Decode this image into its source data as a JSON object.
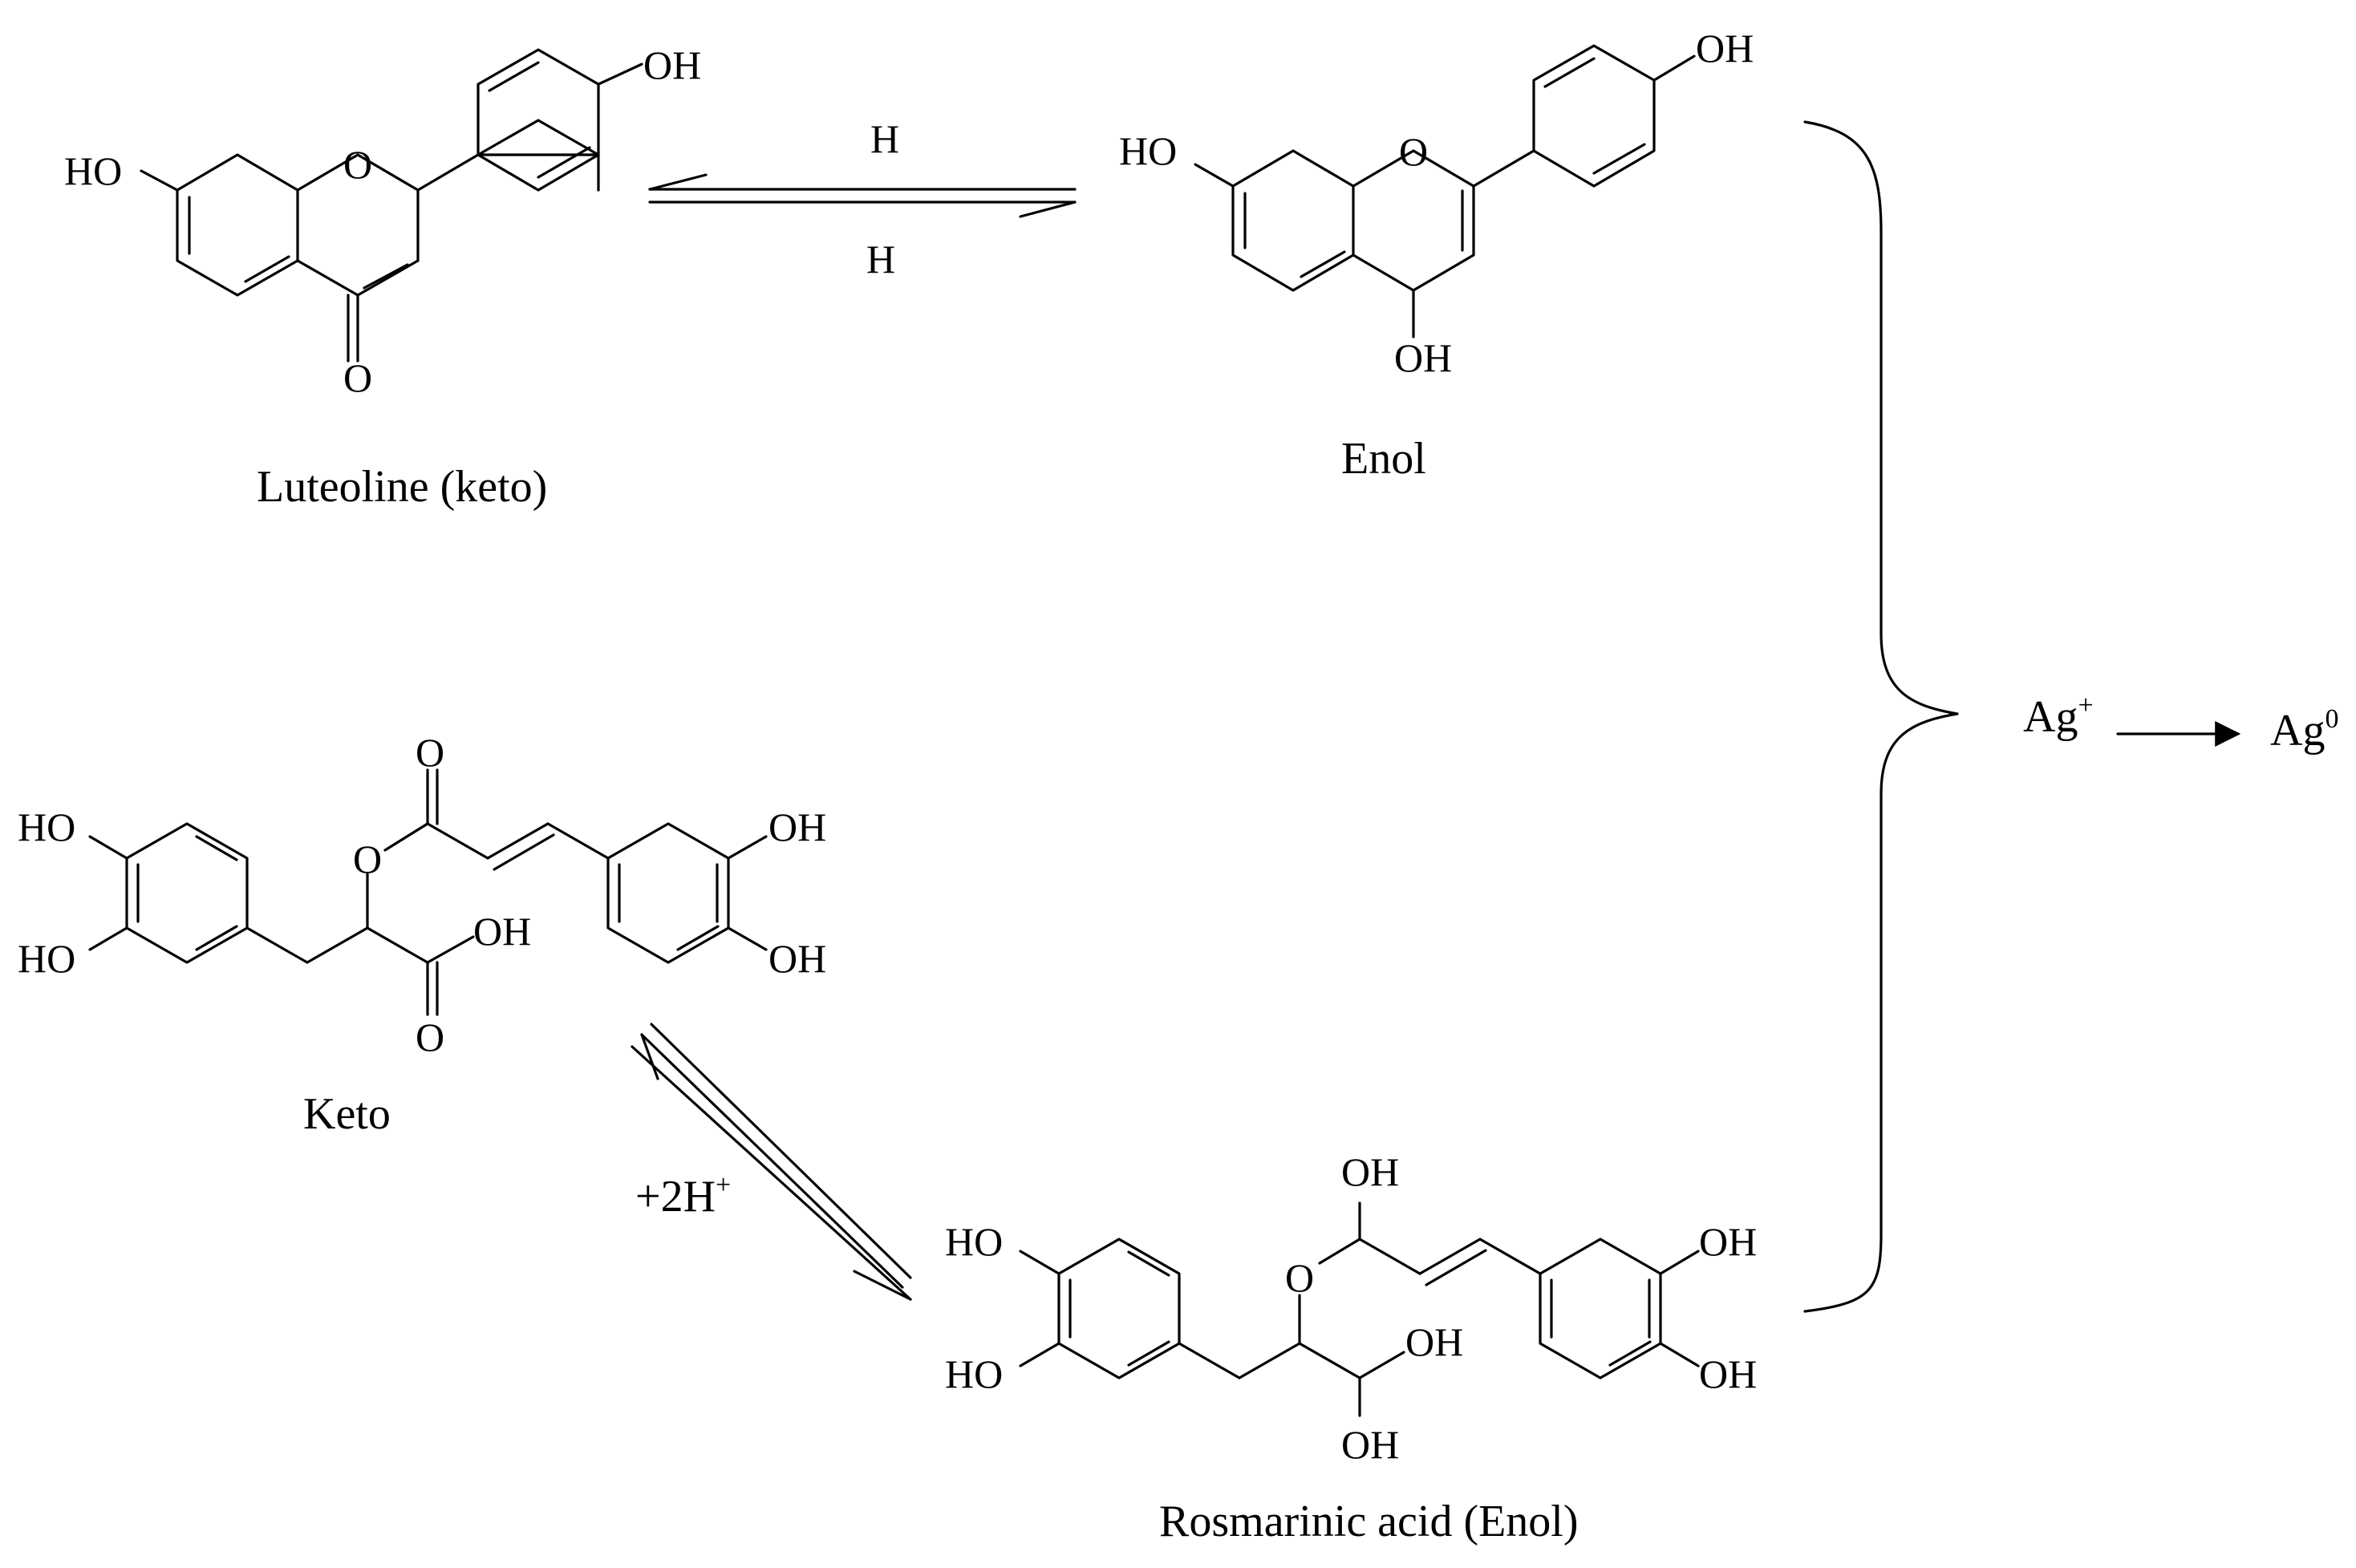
{
  "captions": {
    "luteoline_keto": "Luteoline (keto)",
    "enol": "Enol",
    "keto": "Keto",
    "rosmarinic_enol": "Rosmarinic acid (Enol)"
  },
  "atoms": {
    "oh": "OH",
    "ho": "HO",
    "o": "O"
  },
  "arrows": {
    "top_upper": "H",
    "top_lower": "H",
    "diagonal": "+2H",
    "diagonal_sup": "+"
  },
  "reaction": {
    "reactant": "Ag",
    "reactant_sup": "+",
    "product": "Ag",
    "product_sup": "0"
  }
}
